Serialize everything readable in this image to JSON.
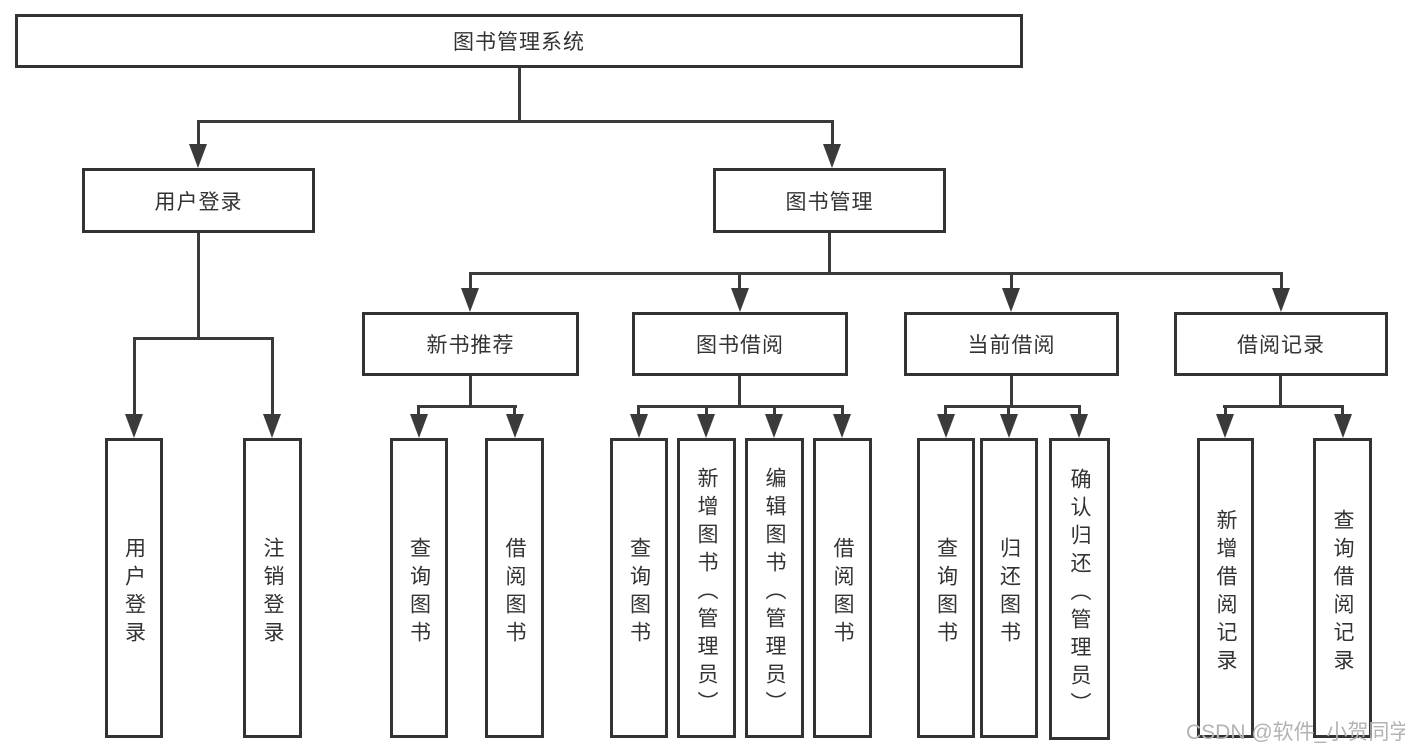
{
  "diagram": {
    "title": "图书管理系统",
    "tree": {
      "root": {
        "label": "图书管理系统"
      },
      "branches": [
        {
          "label": "用户登录",
          "children": [
            {
              "label": "用户登录"
            },
            {
              "label": "注销登录"
            }
          ]
        },
        {
          "label": "图书管理",
          "children": [
            {
              "label": "新书推荐",
              "children": [
                {
                  "label": "查询图书"
                },
                {
                  "label": "借阅图书"
                }
              ]
            },
            {
              "label": "图书借阅",
              "children": [
                {
                  "label": "查询图书"
                },
                {
                  "label": "新增图书（管理员）"
                },
                {
                  "label": "编辑图书（管理员）"
                },
                {
                  "label": "借阅图书"
                }
              ]
            },
            {
              "label": "当前借阅",
              "children": [
                {
                  "label": "查询图书"
                },
                {
                  "label": "归还图书"
                },
                {
                  "label": "确认归还（管理员）"
                }
              ]
            },
            {
              "label": "借阅记录",
              "children": [
                {
                  "label": "新增借阅记录"
                },
                {
                  "label": "查询借阅记录"
                }
              ]
            }
          ]
        }
      ]
    },
    "colors": {
      "background": "#ffffff",
      "box_border": "#333333",
      "line": "#3a3a3a",
      "text": "#333333",
      "watermark": "#b3b3b3"
    }
  },
  "watermark": {
    "text": "CSDN @软件_小贺同学"
  }
}
